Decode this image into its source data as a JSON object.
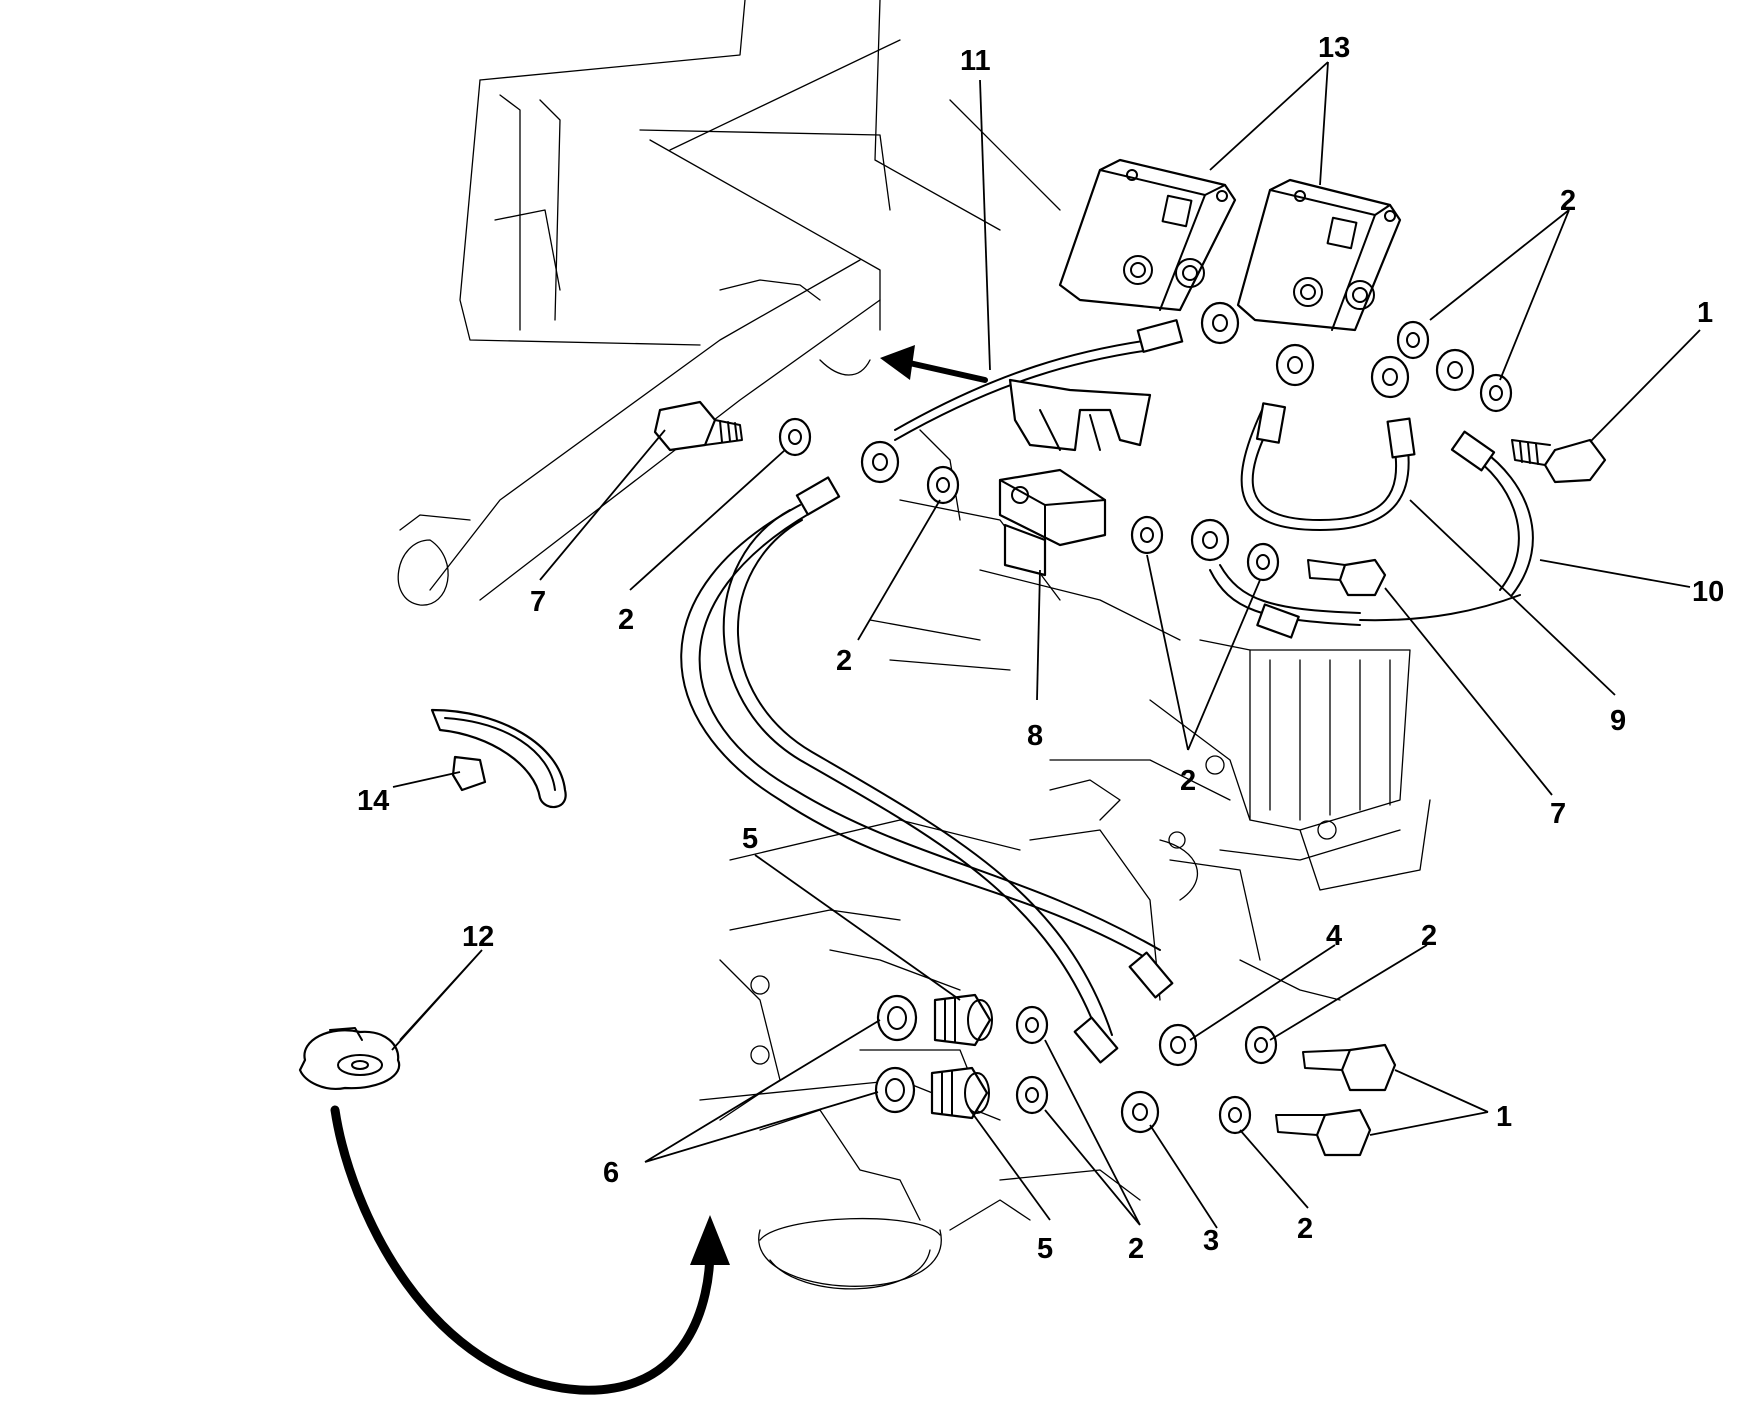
{
  "diagram": {
    "callouts": [
      {
        "id": "c1",
        "text": "11"
      },
      {
        "id": "c2",
        "text": "13"
      },
      {
        "id": "c3",
        "text": "2"
      },
      {
        "id": "c4",
        "text": "1"
      },
      {
        "id": "c5",
        "text": "7"
      },
      {
        "id": "c6",
        "text": "2"
      },
      {
        "id": "c7",
        "text": "2"
      },
      {
        "id": "c8",
        "text": "8"
      },
      {
        "id": "c9",
        "text": "2"
      },
      {
        "id": "c10",
        "text": "10"
      },
      {
        "id": "c11",
        "text": "9"
      },
      {
        "id": "c12",
        "text": "7"
      },
      {
        "id": "c13",
        "text": "14"
      },
      {
        "id": "c14",
        "text": "5"
      },
      {
        "id": "c15",
        "text": "12"
      },
      {
        "id": "c16",
        "text": "4"
      },
      {
        "id": "c17",
        "text": "2"
      },
      {
        "id": "c18",
        "text": "1"
      },
      {
        "id": "c19",
        "text": "6"
      },
      {
        "id": "c20",
        "text": "5"
      },
      {
        "id": "c21",
        "text": "2"
      },
      {
        "id": "c22",
        "text": "3"
      },
      {
        "id": "c23",
        "text": "2"
      }
    ]
  }
}
